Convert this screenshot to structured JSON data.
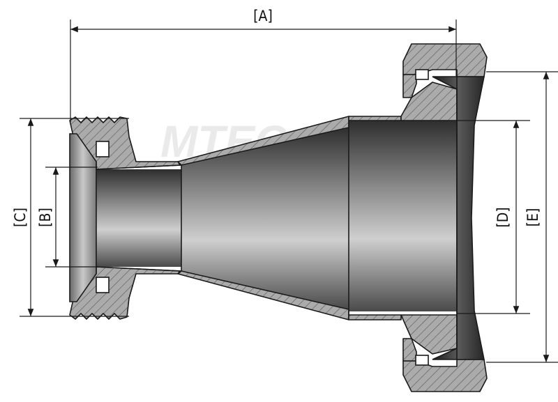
{
  "watermark": "MTEC",
  "dimensions": {
    "a": "[A]",
    "b": "[B]",
    "c": "[C]",
    "d": "[D]",
    "e": "[E]"
  },
  "colors": {
    "line": "#1a1a1a",
    "section": "#a9a9a9",
    "bore_dark": "#3a3a3a",
    "bore_light": "#d2d2d2",
    "background": "#ffffff"
  }
}
